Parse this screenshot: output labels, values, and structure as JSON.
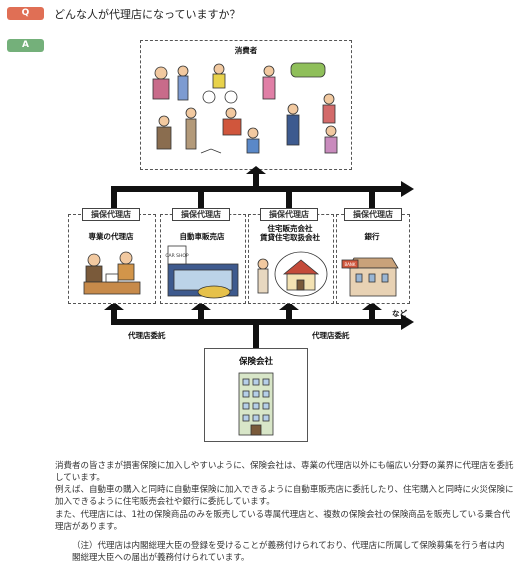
{
  "question": {
    "badge": "Q",
    "text": "どんな人が代理店になっていますか？"
  },
  "answer": {
    "badge": "A"
  },
  "diagram": {
    "consumer_title": "消費者",
    "agents": [
      {
        "header": "損保代理店",
        "name": "専業の代理店"
      },
      {
        "header": "損保代理店",
        "name": "自動車販売店"
      },
      {
        "header": "損保代理店",
        "name": "住宅販売会社\n賃貸住宅取扱会社"
      },
      {
        "header": "損保代理店",
        "name": "銀行"
      }
    ],
    "etc": "など",
    "entrust_left": "代理店委託",
    "entrust_right": "代理店委託",
    "insurer": "保険会社",
    "car_shop_sign": "CAR SHOP",
    "bank_sign": "BANK"
  },
  "body": {
    "p1": "消費者の皆さまが損害保険に加入しやすいように、保険会社は、専業の代理店以外にも幅広い分野の業界に代理店を委託しています。",
    "p2": "例えば、自動車の購入と同時に自動車保険に加入できるように自動車販売店に委託したり、住宅購入と同時に火災保険に加入できるように住宅販売会社や銀行に委託しています。",
    "p3": "また、代理店には、1社の保険商品のみを販売している専属代理店と、複数の保険会社の保険商品を販売している乗合代理店があります。",
    "note": "（注）代理店は内閣総理大臣の登録を受けることが義務付けられており、代理店に所属して保険募集を行う者は内閣総理大臣への届出が義務付けられています。"
  }
}
